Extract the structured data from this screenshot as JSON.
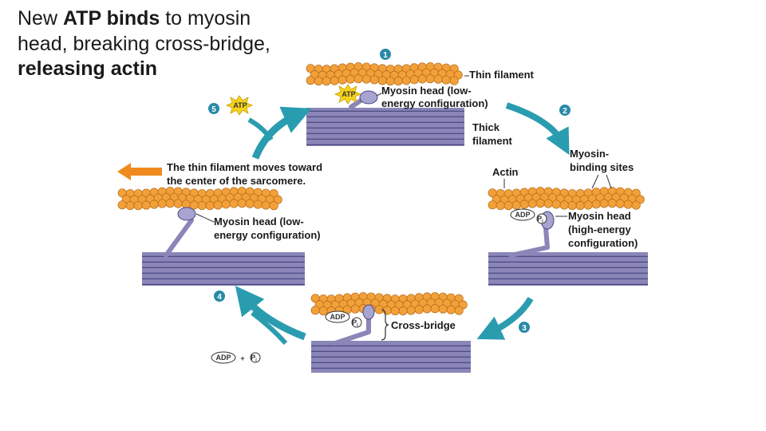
{
  "title": {
    "part1": "New ",
    "bold1": "ATP binds",
    "part2": " to myosin head, breaking cross-bridge, ",
    "bold2": "releasing actin"
  },
  "steps": [
    "1",
    "2",
    "3",
    "4",
    "5"
  ],
  "labels": {
    "thin_filament": "Thin filament",
    "myosin_head_low_top_1": "Myosin head (low-",
    "myosin_head_low_top_2": "energy configuration)",
    "thick_filament_1": "Thick",
    "thick_filament_2": "filament",
    "myosin_binding_1": "Myosin-",
    "myosin_binding_2": "binding sites",
    "actin": "Actin",
    "myosin_head_high_1": "Myosin head",
    "myosin_head_high_2": "(high-energy",
    "myosin_head_high_3": "configuration)",
    "moves_1": "The thin filament moves toward",
    "moves_2": "the center of the sarcomere.",
    "myosin_head_low_left_1": "Myosin head (low-",
    "myosin_head_low_left_2": "energy configuration)",
    "cross_bridge": "Cross-bridge",
    "atp": "ATP",
    "adp": "ADP",
    "pi": "P",
    "pi_sub": "i",
    "plus": "+"
  },
  "colors": {
    "actin_bead": "#f2a13a",
    "actin_bead_edge": "#b86a14",
    "thick_filament": "#8a86b8",
    "thick_line": "#4a4680",
    "cycle_arrow": "#2a9cb0",
    "step_circle": "#2a8aa6",
    "move_arrow": "#f08a1e",
    "atp_star": "#f6d21c"
  }
}
